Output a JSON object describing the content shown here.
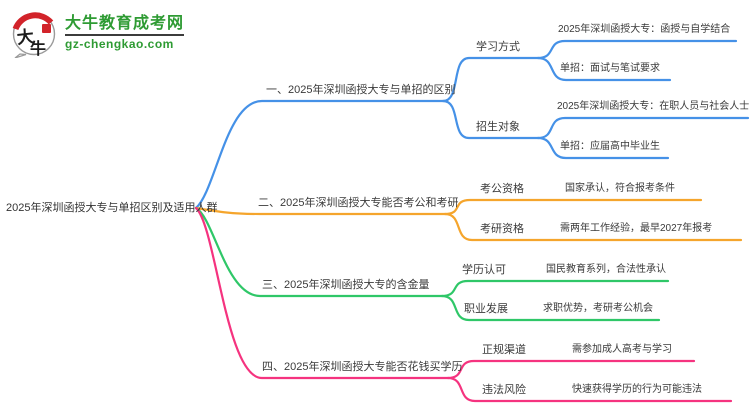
{
  "logo": {
    "icon_char_top": "大",
    "icon_char_bottom": "牛",
    "site_name": "大牛教育成考网",
    "site_domain": "gz-chengkao.com",
    "green": "#2e9b33",
    "red": "#d2232a"
  },
  "palette": {
    "branch1_blue": "#4591e7",
    "branch2_orange": "#f5a52c",
    "branch3_green": "#2fc768",
    "branch4_pink": "#f5337f",
    "text": "#3a3a3a"
  },
  "mindmap": {
    "central_topic": "2025年深圳函授大专与单招区别及适用人群",
    "branches": [
      {
        "label": "一、2025年深圳函授大专与单招的区别",
        "color": "#4591e7",
        "children": [
          {
            "label": "学习方式",
            "children": [
              {
                "label": "2025年深圳函授大专：函授与自学结合"
              },
              {
                "label": "单招：面试与笔试要求"
              }
            ]
          },
          {
            "label": "招生对象",
            "children": [
              {
                "label": "2025年深圳函授大专：在职人员与社会人士"
              },
              {
                "label": "单招：应届高中毕业生"
              }
            ]
          }
        ]
      },
      {
        "label": "二、2025年深圳函授大专能否考公和考研",
        "color": "#f5a52c",
        "children": [
          {
            "label": "考公资格",
            "children": [
              {
                "label": "国家承认，符合报考条件"
              }
            ]
          },
          {
            "label": "考研资格",
            "children": [
              {
                "label": "需两年工作经验，最早2027年报考"
              }
            ]
          }
        ]
      },
      {
        "label": "三、2025年深圳函授大专的含金量",
        "color": "#2fc768",
        "children": [
          {
            "label": "学历认可",
            "children": [
              {
                "label": "国民教育系列，合法性承认"
              }
            ]
          },
          {
            "label": "职业发展",
            "children": [
              {
                "label": "求职优势，考研考公机会"
              }
            ]
          }
        ]
      },
      {
        "label": "四、2025年深圳函授大专能否花钱买学历",
        "color": "#f5337f",
        "children": [
          {
            "label": "正规渠道",
            "children": [
              {
                "label": "需参加成人高考与学习"
              }
            ]
          },
          {
            "label": "违法风险",
            "children": [
              {
                "label": "快速获得学历的行为可能违法"
              }
            ]
          }
        ]
      }
    ]
  }
}
